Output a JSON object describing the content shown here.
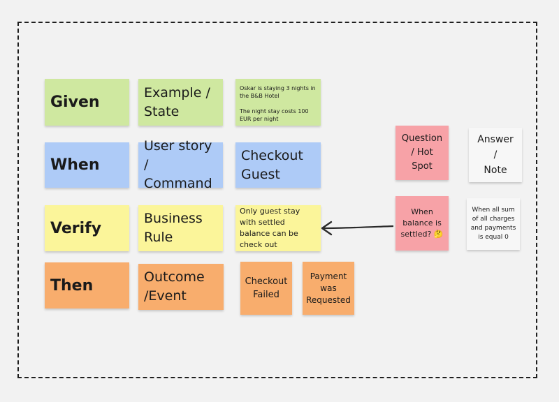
{
  "rows": {
    "given": {
      "label": "Given",
      "concept": "Example /\nState",
      "example": "Oskar is staying 3 nights in the B&B Hotel\n\nThe night stay costs 100 EUR per night"
    },
    "when": {
      "label": "When",
      "concept": "User story /\nCommand",
      "example": "Checkout\nGuest"
    },
    "verify": {
      "label": "Verify",
      "concept": "Business\nRule",
      "example": "Only guest stay with settled balance can be check out"
    },
    "then": {
      "label": "Then",
      "concept": "Outcome\n/Event",
      "example_1": "Checkout\nFailed",
      "example_2": "Payment\nwas\nRequested"
    }
  },
  "legend": {
    "question": "Question\n/ Hot\nSpot",
    "answer": "Answer\n/\nNote"
  },
  "discussion": {
    "question": "When\nbalance is\nsettled? 🤔",
    "answer": "When all sum of all charges and payments is equal 0"
  },
  "colors": {
    "given": "#cfe8a0",
    "when": "#aecbf7",
    "verify": "#fbf59a",
    "then": "#f8ad6d",
    "question": "#f7a2a7",
    "note": "#f7f7f7",
    "frame": "#1f1f1f"
  }
}
